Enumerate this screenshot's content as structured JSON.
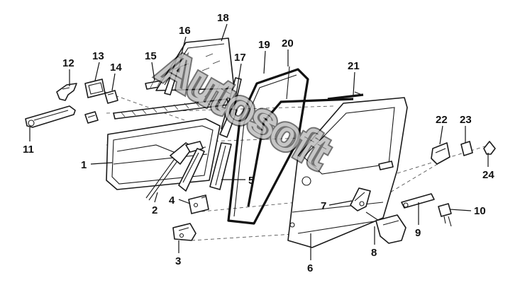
{
  "diagram": {
    "type": "exploded-parts-view",
    "callouts": [
      {
        "id": "1",
        "label": "1"
      },
      {
        "id": "2",
        "label": "2"
      },
      {
        "id": "3",
        "label": "3"
      },
      {
        "id": "4",
        "label": "4"
      },
      {
        "id": "5",
        "label": "5"
      },
      {
        "id": "6",
        "label": "6"
      },
      {
        "id": "7",
        "label": "7"
      },
      {
        "id": "8",
        "label": "8"
      },
      {
        "id": "9",
        "label": "9"
      },
      {
        "id": "10",
        "label": "10"
      },
      {
        "id": "11",
        "label": "11"
      },
      {
        "id": "12",
        "label": "12"
      },
      {
        "id": "13",
        "label": "13"
      },
      {
        "id": "14",
        "label": "14"
      },
      {
        "id": "15",
        "label": "15"
      },
      {
        "id": "16",
        "label": "16"
      },
      {
        "id": "17",
        "label": "17"
      },
      {
        "id": "18",
        "label": "18"
      },
      {
        "id": "19",
        "label": "19"
      },
      {
        "id": "20",
        "label": "20"
      },
      {
        "id": "21",
        "label": "21"
      },
      {
        "id": "22",
        "label": "22"
      },
      {
        "id": "23",
        "label": "23"
      },
      {
        "id": "24",
        "label": "24"
      }
    ]
  },
  "watermark": {
    "text": "Autosoft"
  },
  "colors": {
    "line": "#1a1a1a",
    "background": "#ffffff"
  }
}
